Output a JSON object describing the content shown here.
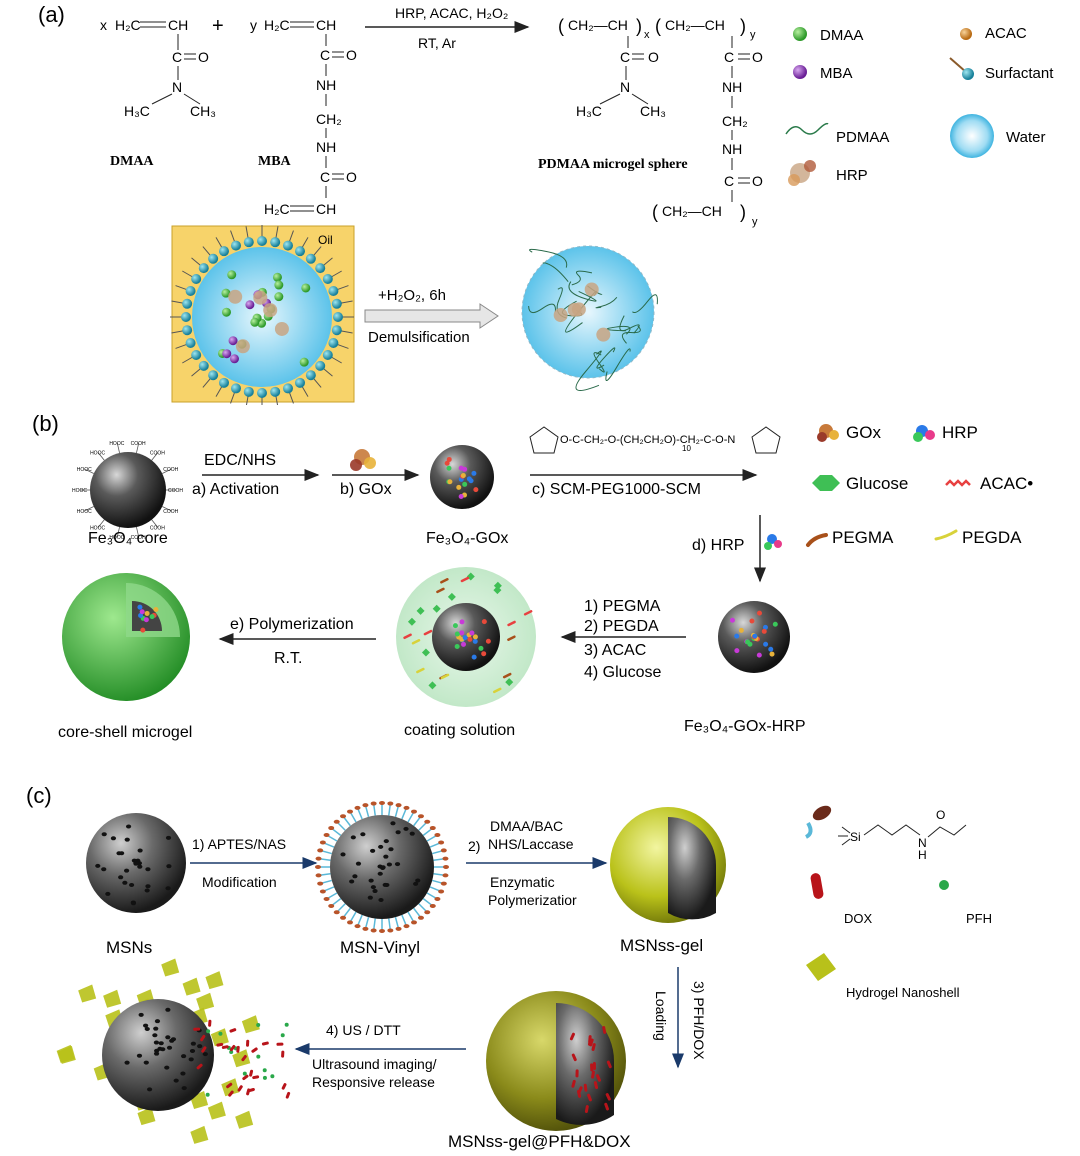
{
  "panel_a": {
    "label": "(a)",
    "dmaa": {
      "coef": "x",
      "name": "DMAA",
      "vinyl_left": "H₂C",
      "vinyl_right": "CH",
      "carbonyl": "C",
      "o": "O",
      "n": "N",
      "ch3_left": "H₃C",
      "ch3_right": "CH₃"
    },
    "plus": "+",
    "mba": {
      "coef": "y",
      "name": "MBA",
      "vinyl_left": "H₂C",
      "vinyl_right": "CH",
      "c": "C",
      "o": "O",
      "nh": "NH",
      "ch2": "CH₂"
    },
    "reaction": {
      "top": "HRP, ACAC, H₂O₂",
      "bottom": "RT, Ar"
    },
    "polymer": {
      "name": "PDMAA microgel sphere",
      "backbone_left": "CH₂—CH",
      "backbone_right": "CH₂—CH",
      "sub_x": "x",
      "sub_y": "y",
      "c": "C",
      "o": "O",
      "n": "N",
      "nh": "NH",
      "ch2": "CH₂",
      "ch3_left": "H₃C",
      "ch3_right": "CH₃",
      "bottom_backbone": "CH₂—CH"
    },
    "legend": [
      "DMAA",
      "ACAC",
      "MBA",
      "Surfactant",
      "PDMAA",
      "Water",
      "HRP"
    ],
    "emulsion": {
      "oil": "Oil",
      "arrow_top": "+H₂O₂, 6h",
      "arrow_bottom": "Demulsification"
    }
  },
  "panel_b": {
    "label": "(b)",
    "core": "Fe₃O₄ core",
    "cooh": "COOH",
    "hooc": "HOOC",
    "step_a_top": "EDC/NHS",
    "step_a_bottom": "a) Activation",
    "step_b": "b) GOx",
    "fe_gox": "Fe₃O₄-GOx",
    "linker_formula": "O-C-CH₂-O-(CH₂CH₂O)-CH₂-C-O-N",
    "linker_sub": "10",
    "step_c": "c) SCM-PEG1000-SCM",
    "legend": [
      "GOx",
      "HRP",
      "Glucose",
      "ACAC•",
      "PEGMA",
      "PEGDA"
    ],
    "step_d": "d) HRP",
    "fe_gox_hrp": "Fe₃O₄-GOx-HRP",
    "coating_steps": [
      "1) PEGMA",
      "2) PEGDA",
      "3) ACAC",
      "4) Glucose"
    ],
    "coating_solution": "coating solution",
    "step_e_top": "e) Polymerization",
    "step_e_bottom": "R.T.",
    "core_shell": "core-shell microgel"
  },
  "panel_c": {
    "label": "(c)",
    "msns": "MSNs",
    "step1_top": "1) APTES/NAS",
    "step1_bottom": "Modification",
    "msn_vinyl": "MSN-Vinyl",
    "step2_num": "2)",
    "step2_lines": [
      "DMAA/BAC",
      "NHS/Laccase"
    ],
    "step2_bottom": [
      "Enzymatic",
      "Polymerizatior"
    ],
    "msnss_gel": "MSNss-gel",
    "step3": "3) PFH/DOX",
    "step3_loading": "Loading",
    "msnss_gel_pfh": "MSNss-gel@PFH&DOX",
    "step4_top": "4) US / DTT",
    "step4_bottom": [
      "Ultrasound imaging/",
      "Responsive release"
    ],
    "legend": [
      "DOX",
      "PFH",
      "Hydrogel Nanoshell"
    ],
    "linker_si": "Si",
    "linker_nh": "N",
    "linker_h": "H",
    "linker_o": "O"
  },
  "colors": {
    "arrow": "#222222",
    "oil": "#f7d36a",
    "water": "#7fcbe8",
    "green_shell": "#3fae3a",
    "yellow_shell": "#b8c11a",
    "core": "#3a3a3a"
  }
}
